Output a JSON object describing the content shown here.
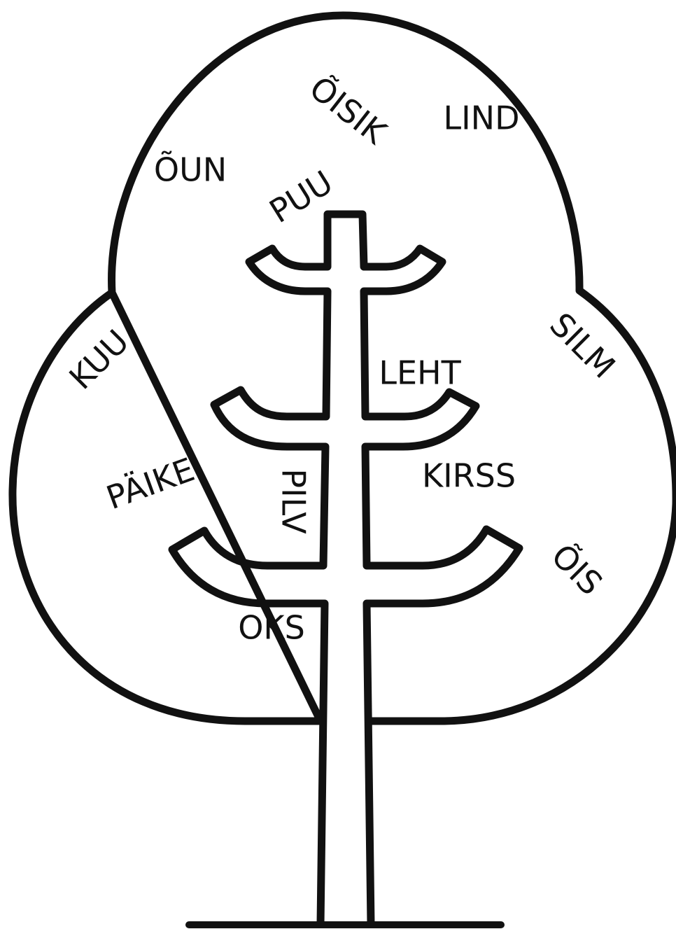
{
  "words": {
    "oisik": "ÕISIK",
    "lind": "LIND",
    "oun": "ÕUN",
    "puu": "PUU",
    "kuu": "KUU",
    "silm": "SILM",
    "leht": "LEHT",
    "paike": "PÄIKE",
    "pilv": "PILV",
    "kirss": "KIRSS",
    "ois": "ÕIS",
    "oks": "OKS"
  },
  "colors": {
    "stroke": "#111111",
    "background": "#ffffff"
  }
}
